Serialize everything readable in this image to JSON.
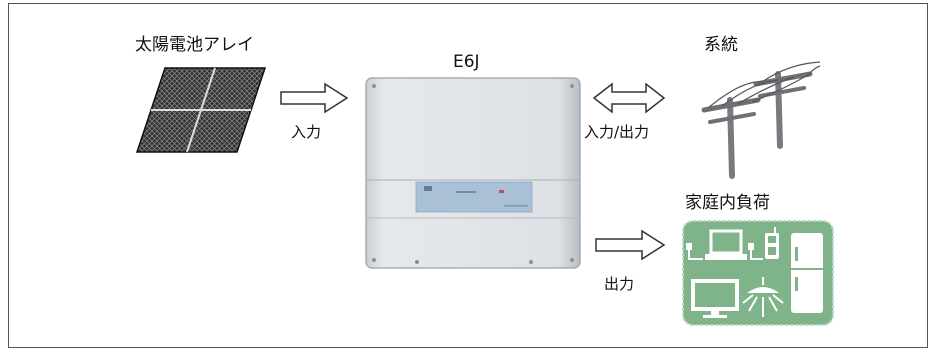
{
  "labels": {
    "solar_array": "太陽電池アレイ",
    "inverter_model": "E6J",
    "grid": "系統",
    "household_load": "家庭内負荷",
    "input": "入力",
    "input_output": "入力/出力",
    "output": "出力"
  },
  "colors": {
    "border": "#555555",
    "arrow_stroke": "#333333",
    "inverter_body": "#dfe3e7",
    "inverter_panel": "#a9c0d6",
    "panel_dark": "#3f3f3f",
    "load_bg": "#7fb48b"
  },
  "icons": [
    "solar-panel-icon",
    "power-pole-icon",
    "inverter-device",
    "laptop-icon",
    "mobile-phone-icon",
    "refrigerator-icon",
    "monitor-icon",
    "ceiling-lamp-icon"
  ]
}
